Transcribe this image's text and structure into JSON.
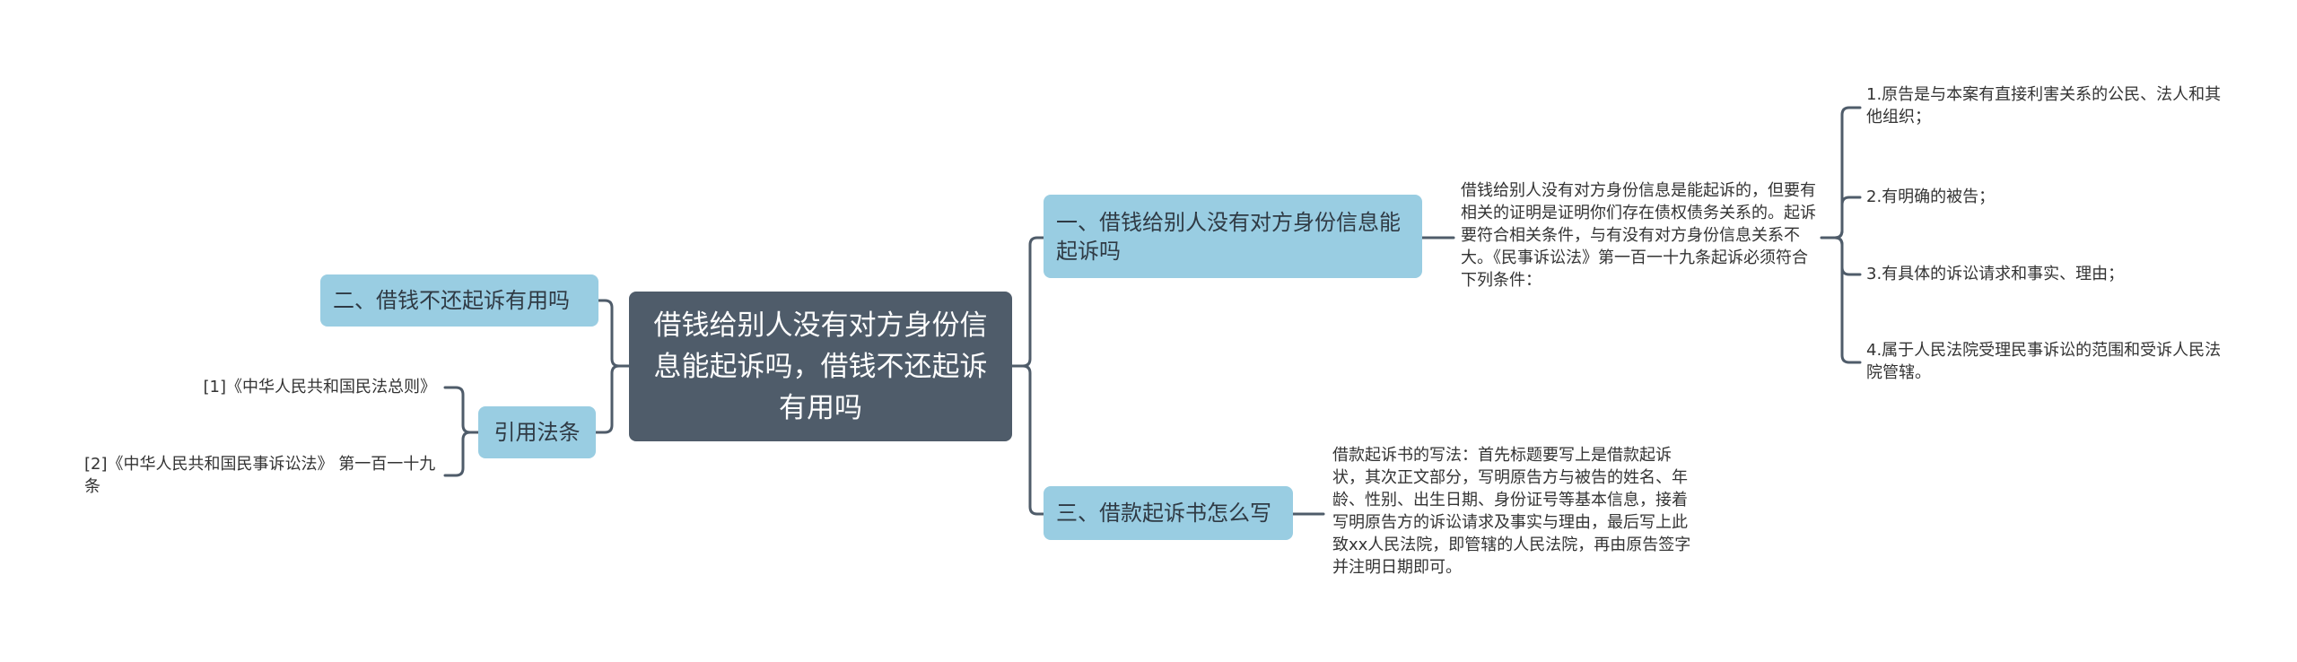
{
  "root": {
    "title": "借钱给别人没有对方身份信息能起诉吗，借钱不还起诉有用吗"
  },
  "right_topics": [
    {
      "label": "一、借钱给别人没有对方身份信息能起诉吗",
      "detail": "借钱给别人没有对方身份信息是能起诉的，但要有相关的证明是证明你们存在债权债务关系的。起诉要符合相关条件，与有没有对方身份信息关系不大。《民事诉讼法》第一百一十九条起诉必须符合下列条件：",
      "conditions": [
        "1.原告是与本案有直接利害关系的公民、法人和其他组织；",
        "2.有明确的被告；",
        "3.有具体的诉讼请求和事实、理由；",
        "4.属于人民法院受理民事诉讼的范围和受诉人民法院管辖。"
      ]
    },
    {
      "label": "三、借款起诉书怎么写",
      "detail": "借款起诉书的写法：首先标题要写上是借款起诉状，其次正文部分，写明原告方与被告的姓名、年龄、性别、出生日期、身份证号等基本信息，接着写明原告方的诉讼请求及事实与理由，最后写上此致xx人民法院，即管辖的人民法院，再由原告签字并注明日期即可。"
    }
  ],
  "left_topics": [
    {
      "label": "二、借钱不还起诉有用吗"
    },
    {
      "label": "引用法条",
      "refs": [
        "[1]《中华人民共和国民法总则》",
        "[2]《中华人民共和国民事诉讼法》 第一百一十九条"
      ]
    }
  ]
}
